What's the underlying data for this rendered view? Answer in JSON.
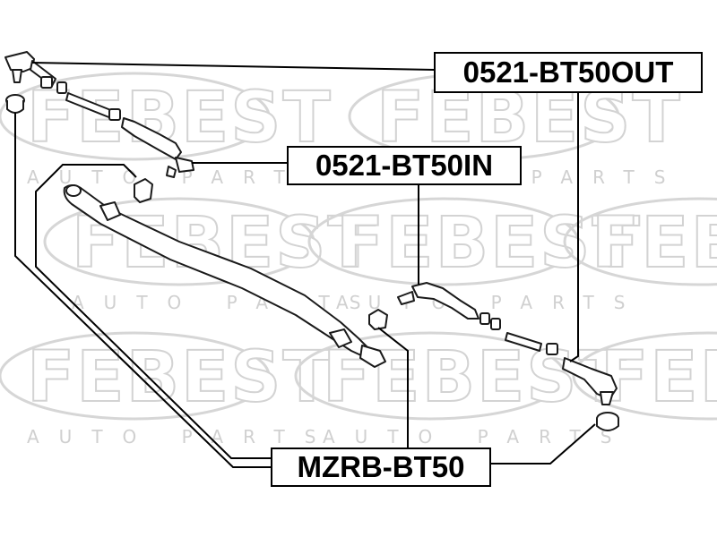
{
  "watermark": {
    "brand": "FEBEST",
    "tagline": "AUTO PARTS"
  },
  "labels": {
    "outer_tie_rod": "0521-BT50OUT",
    "inner_tie_rod": "0521-BT50IN",
    "bushing": "MZRB-BT50"
  }
}
